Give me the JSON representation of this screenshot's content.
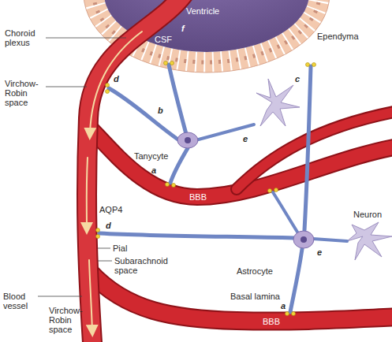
{
  "diagram": {
    "labels": [
      "Ventricle",
      "Choroid plexus",
      "f",
      "CSF",
      "Ependyma",
      "Virchow-Robin space",
      "d",
      "c",
      "b",
      "Tanycyte",
      "e",
      "a",
      "BBB",
      "AQP4",
      "Neuron",
      "d",
      "Pial",
      "e",
      "Subarachnoid space",
      "Astrocyte",
      "Blood vessel",
      "Basal lamina",
      "Virchow-Robin space",
      "a",
      "BBB"
    ]
  }
}
